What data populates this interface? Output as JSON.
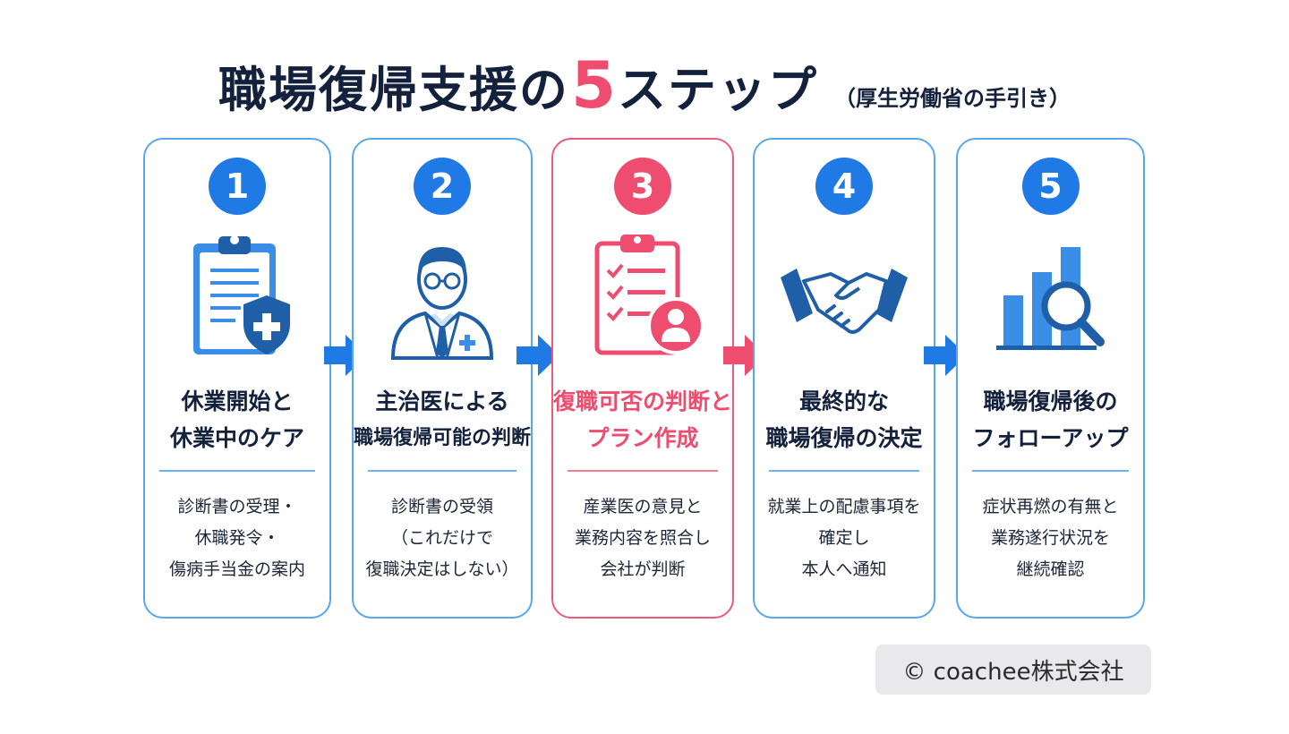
{
  "title": {
    "main": "職場復帰支援の",
    "number": "5",
    "suffix": "ステップ",
    "sub": "（厚生労働省の手引き）"
  },
  "steps": [
    {
      "number": "1",
      "icon": "clipboard-shield-icon",
      "title_lines": [
        "休業開始と",
        "休業中のケア"
      ],
      "desc_lines": [
        "診断書の受理・",
        "休職発令・",
        "傷病手当金の案内"
      ]
    },
    {
      "number": "2",
      "icon": "doctor-icon",
      "title_lines": [
        "主治医による",
        "職場復帰可能の判断"
      ],
      "desc_lines": [
        "診断書の受領",
        "（これだけで",
        "復職決定はしない）"
      ]
    },
    {
      "number": "3",
      "icon": "checklist-person-icon",
      "title_lines": [
        "復職可否の判断と",
        "プラン作成"
      ],
      "desc_lines": [
        "産業医の意見と",
        "業務内容を照合し",
        "会社が判断"
      ]
    },
    {
      "number": "4",
      "icon": "handshake-icon",
      "title_lines": [
        "最終的な",
        "職場復帰の決定"
      ],
      "desc_lines": [
        "就業上の配慮事項を",
        "確定し",
        "本人へ通知"
      ]
    },
    {
      "number": "5",
      "icon": "bar-chart-magnifier-icon",
      "title_lines": [
        "職場復帰後の",
        "フォローアップ"
      ],
      "desc_lines": [
        "症状再燃の有無と",
        "業務遂行状況を",
        "継続確認"
      ]
    }
  ],
  "copyright": "© coachee株式会社",
  "colors": {
    "primary": "#1f7ae6",
    "accent": "#ef4d6f",
    "border": "#58a7ec",
    "text": "#14213d"
  }
}
